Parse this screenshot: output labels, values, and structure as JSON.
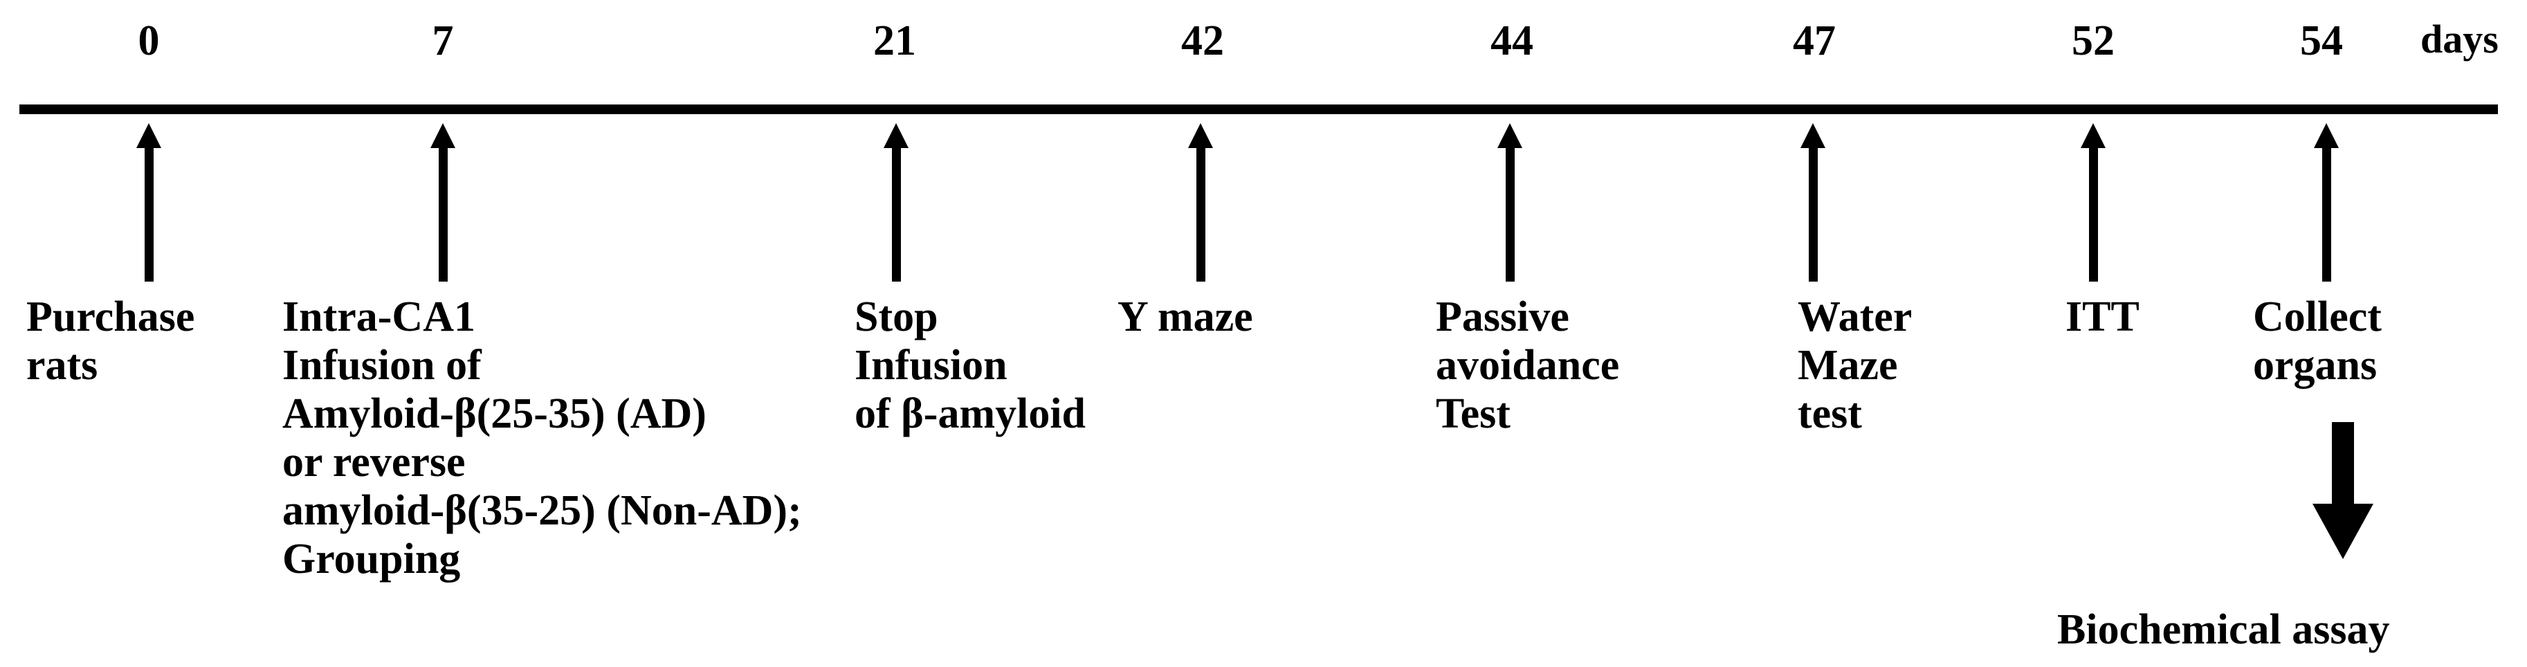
{
  "figure": {
    "type": "experimental-timeline",
    "background_color": "#ffffff",
    "ink_color": "#000000",
    "axis": {
      "unit_label": "days",
      "tick_days": [
        "0",
        "7",
        "21",
        "42",
        "44",
        "47",
        "52",
        "54"
      ]
    },
    "events": [
      {
        "day": "0",
        "label": "Purchase\nrats"
      },
      {
        "day": "7",
        "label": "Intra-CA1\nInfusion of\nAmyloid-β(25-35) (AD)\nor reverse\namyloid-β(35-25) (Non-AD);\nGrouping"
      },
      {
        "day": "21",
        "label": "Stop\nInfusion\nof β-amyloid"
      },
      {
        "day": "42",
        "label": "Y maze"
      },
      {
        "day": "44",
        "label": "Passive\navoidance\nTest"
      },
      {
        "day": "47",
        "label": "Water\nMaze\ntest"
      },
      {
        "day": "52",
        "label": "ITT"
      },
      {
        "day": "54",
        "label": "Collect\norgans"
      }
    ],
    "followup": {
      "from_day": "54",
      "label": "Biochemical assay"
    }
  }
}
